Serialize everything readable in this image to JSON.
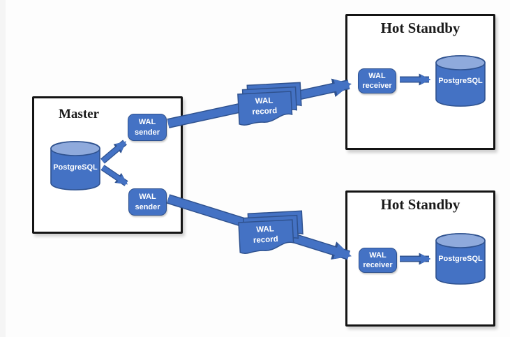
{
  "colors": {
    "shape_fill": "#4472C4",
    "shape_border": "#2F528F",
    "cylinder_top": "#8FAADC",
    "frame_border": "#141414",
    "title_color": "#1a1a1a",
    "background": "#fdfdfd"
  },
  "master": {
    "title": "Master",
    "database_label": "PostgreSQL",
    "wal_sender_top": {
      "line1": "WAL",
      "line2": "sender"
    },
    "wal_sender_bottom": {
      "line1": "WAL",
      "line2": "sender"
    }
  },
  "wal_record_top": {
    "line1": "WAL",
    "line2": "record"
  },
  "wal_record_bottom": {
    "line1": "WAL",
    "line2": "record"
  },
  "standby_top": {
    "title": "Hot Standby",
    "wal_receiver": {
      "line1": "WAL",
      "line2": "receiver"
    },
    "database_label": "PostgreSQL"
  },
  "standby_bottom": {
    "title": "Hot Standby",
    "wal_receiver": {
      "line1": "WAL",
      "line2": "receiver"
    },
    "database_label": "PostgreSQL"
  }
}
